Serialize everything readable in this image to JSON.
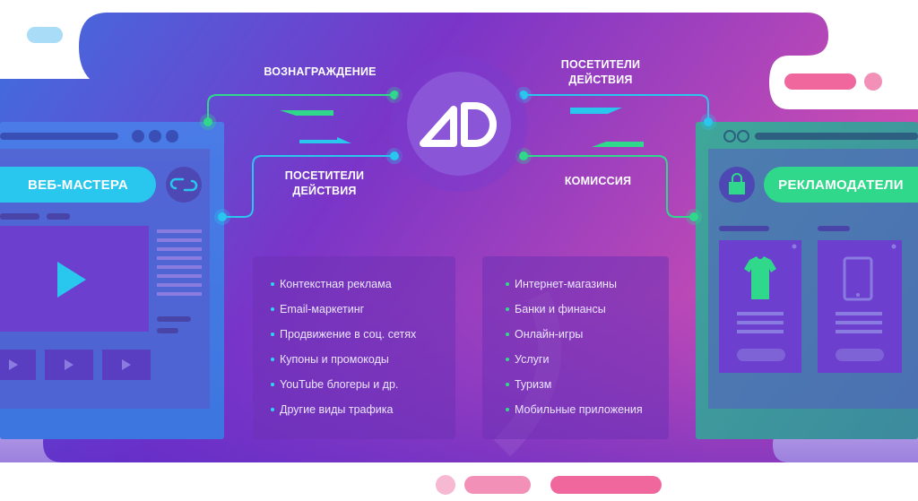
{
  "logo": {
    "text": "AD"
  },
  "flows": {
    "reward_label": "ВОЗНАГРАЖДЕНИЕ",
    "visitors_left": "ПОСЕТИТЕЛИ ДЕЙСТВИЯ",
    "visitors_right": "ПОСЕТИТЕЛИ ДЕЙСТВИЯ",
    "commission_label": "КОМИССИЯ"
  },
  "webmasters": {
    "title": "ВЕБ-МАСТЕРА",
    "sources": [
      "Контекстная реклама",
      "Email-маркетинг",
      "Продвижение в соц. сетях",
      "Купоны и промокоды",
      "YouTube блогеры и др.",
      "Другие виды трафика"
    ]
  },
  "advertisers": {
    "title": "РЕКЛАМОДАТЕЛИ",
    "categories": [
      "Интернет-магазины",
      "Банки и финансы",
      "Онлайн-игры",
      "Услуги",
      "Туризм",
      "Мобильные приложения"
    ]
  },
  "colors": {
    "bg_blue": "#3f6fe0",
    "bg_purple": "#7a35c8",
    "bg_pink": "#d04fb0",
    "green": "#2fd88a",
    "cyan": "#29c6ee",
    "pink_accent": "#f0679e"
  },
  "icons": [
    "link-icon",
    "shopping-bag-icon",
    "play-icon",
    "tshirt-icon",
    "phone-icon"
  ]
}
